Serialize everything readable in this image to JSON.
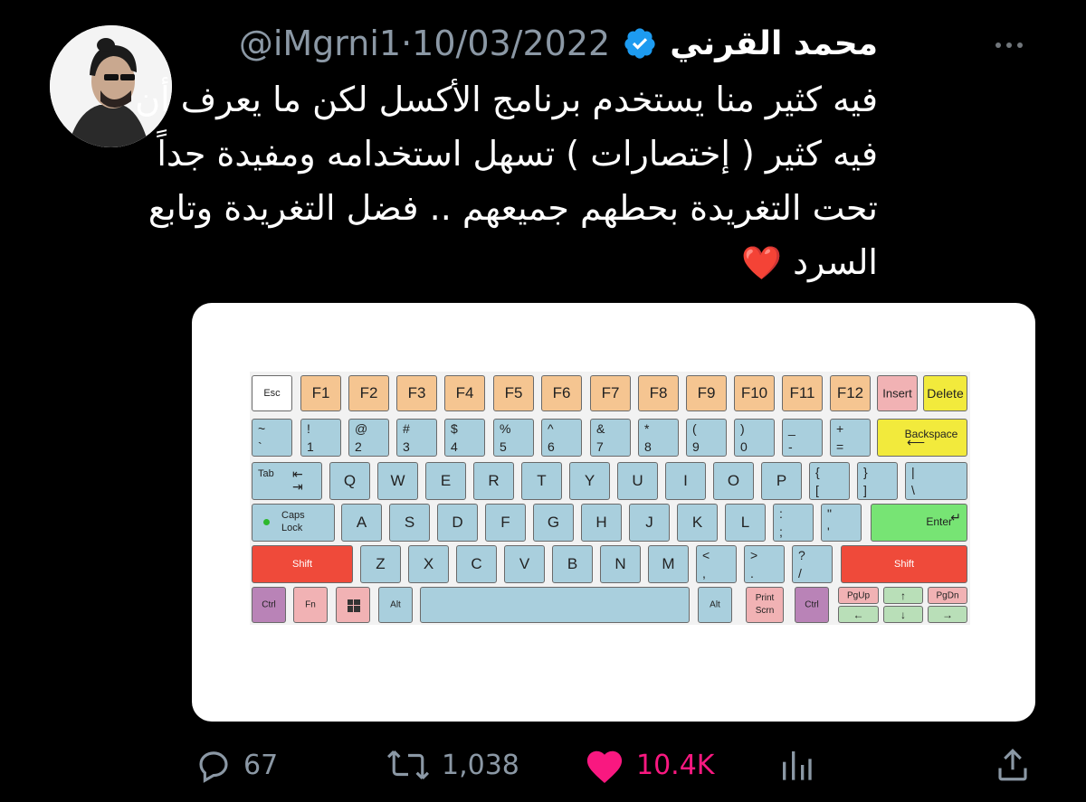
{
  "tweet": {
    "author_name": "محمد القرني",
    "handle": "@iMgrni1",
    "separator": "·",
    "date": "10/03/2022",
    "text_lines": [
      "فيه كثير منا يستخدم برنامج الأكسل لكن ما يعرف أن",
      "فيه كثير ( إختصارات ) تسهل استخدامه ومفيدة جداً",
      "تحت التغريدة بحطهم جميعهم  .. فضل التغريدة وتابع",
      "السرد"
    ],
    "emoji": "❤️",
    "verified": true
  },
  "keyboard": {
    "row1": [
      "Esc",
      "F1",
      "F2",
      "F3",
      "F4",
      "F5",
      "F6",
      "F7",
      "F8",
      "F9",
      "F10",
      "F11",
      "F12",
      "Insert",
      "Delete"
    ],
    "row2": [
      [
        "~",
        "`"
      ],
      [
        "!",
        "1"
      ],
      [
        "@",
        "2"
      ],
      [
        "#",
        "3"
      ],
      [
        "$",
        "4"
      ],
      [
        "%",
        "5"
      ],
      [
        "^",
        "6"
      ],
      [
        "&",
        "7"
      ],
      [
        "*",
        "8"
      ],
      [
        "(",
        "9"
      ],
      [
        ")",
        "0"
      ],
      [
        "_",
        "-"
      ],
      [
        "+",
        "="
      ]
    ],
    "backspace": "Backspace",
    "tab": "Tab",
    "row3": [
      "Q",
      "W",
      "E",
      "R",
      "T",
      "Y",
      "U",
      "I",
      "O",
      "P"
    ],
    "row3_brackets": [
      [
        "{",
        "["
      ],
      [
        "}",
        "]"
      ],
      [
        "|",
        "\\"
      ]
    ],
    "caps": [
      "Caps",
      "Lock"
    ],
    "row4": [
      "A",
      "S",
      "D",
      "F",
      "G",
      "H",
      "J",
      "K",
      "L"
    ],
    "row4_punct": [
      [
        ":",
        ";"
      ],
      [
        "\"",
        "'"
      ]
    ],
    "enter": "Enter",
    "shift": "Shift",
    "row5": [
      "Z",
      "X",
      "C",
      "V",
      "B",
      "N",
      "M"
    ],
    "row5_punct": [
      [
        "<",
        ","
      ],
      [
        ">",
        "."
      ],
      [
        "?",
        "/"
      ]
    ],
    "ctrl": "Ctrl",
    "fn": "Fn",
    "alt": "Alt",
    "print": [
      "Print",
      "Scrn"
    ],
    "pgup": "PgUp",
    "pgdn": "PgDn",
    "up": "↑",
    "down": "↓",
    "left": "←",
    "right": "→"
  },
  "actions": {
    "replies": "67",
    "retweets": "1,038",
    "likes": "10.4K"
  },
  "colors": {
    "like": "#f91880",
    "verified": "#1d9bf0",
    "muted": "#8b98a5"
  }
}
